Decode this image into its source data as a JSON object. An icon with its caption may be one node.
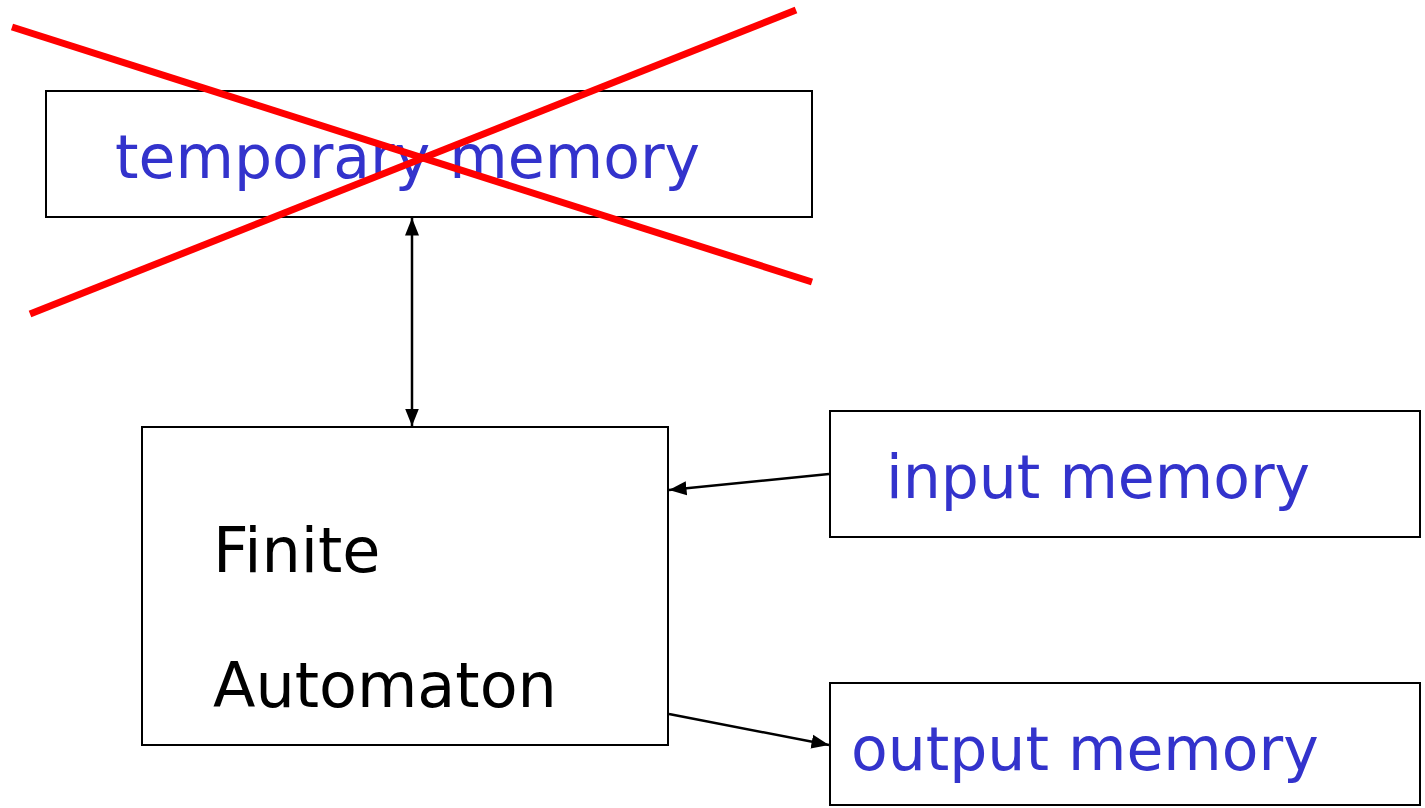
{
  "diagram": {
    "nodes": [
      {
        "text": [
          "temporary memory"
        ]
      },
      {
        "text": [
          "Finite Automaton"
        ]
      },
      {
        "text": [
          "input memory"
        ]
      },
      {
        "text": [
          "output memory"
        ]
      }
    ],
    "edges": [
      {
        "from": 0,
        "to": 1,
        "arrow": "both"
      },
      {
        "from": 2,
        "to": 1,
        "arrow": "to"
      },
      {
        "from": 1,
        "to": 3,
        "arrow": "to"
      }
    ]
  }
}
